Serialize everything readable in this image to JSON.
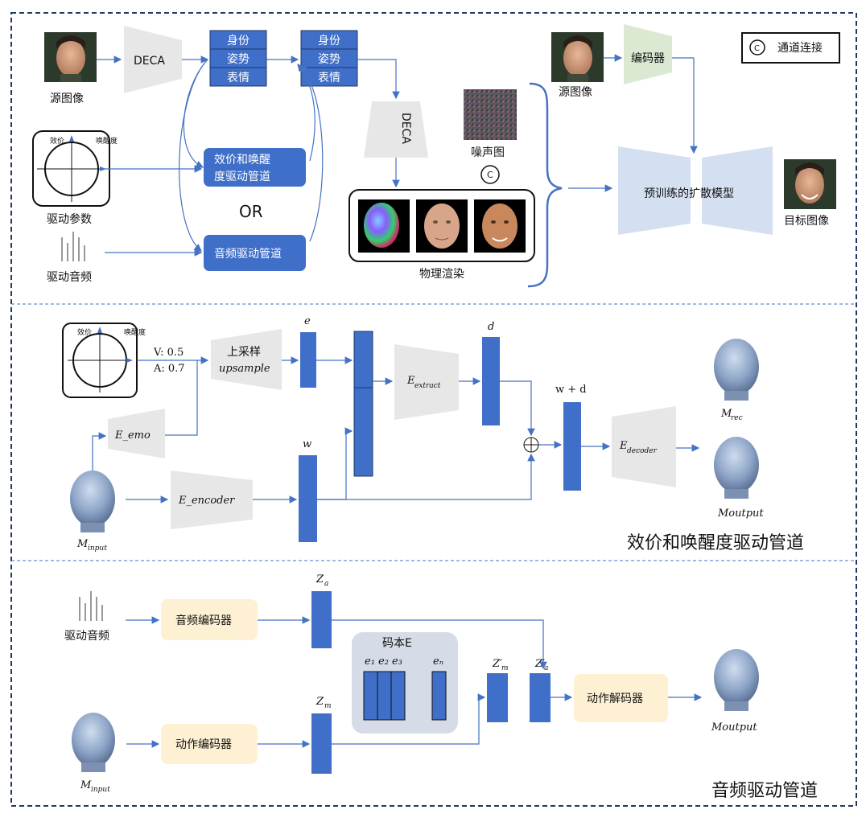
{
  "top": {
    "source_image_label": "源图像",
    "deca_label": "DECA",
    "params_group1": [
      "身份",
      "姿势",
      "表情"
    ],
    "params_group2": [
      "身份",
      "姿势",
      "表情"
    ],
    "deca_vertical_label": "DECA",
    "noise_label": "噪声图",
    "concat_symbol": "C",
    "encoder_label": "编码器",
    "source_image_label_2": "源图像",
    "diffusion_label": "预训练的扩散模型",
    "target_image_label": "目标图像",
    "legend_text": "通道连接",
    "drive_params_label": "驱动参数",
    "drive_audio_label": "驱动音频",
    "va_pipeline_label": "效价和唤醒度驱动管道",
    "or_label": "OR",
    "audio_pipeline_label": "音频驱动管道",
    "render_label": "物理渲染",
    "circle_top_label": "效价",
    "circle_right_label": "唤醒度"
  },
  "middle": {
    "v_value": "V: 0.5",
    "a_value": "A: 0.7",
    "upsample_cn": "上采样",
    "upsample_en": "upsample",
    "e_label": "e",
    "w_label": "w",
    "d_label": "d",
    "wd_label": "w + d",
    "e_emo": "E_emo",
    "e_encoder": "E_encoder",
    "e_extract": "E",
    "e_extract_sub": "extract",
    "e_decoder": "E",
    "e_decoder_sub": "decoder",
    "m_rec": "M",
    "m_rec_sub": "rec",
    "m_output": "Moutput",
    "m_input": "M",
    "m_input_sub": "input",
    "section_title": "效价和唤醒度驱动管道"
  },
  "bottom": {
    "drive_audio_label": "驱动音频",
    "audio_encoder": "音频编码器",
    "motion_encoder": "动作编码器",
    "motion_decoder": "动作解码器",
    "za": "Z",
    "za_sub": "a",
    "zm": "Z",
    "zm_sub": "m",
    "zm_prime": "Z′",
    "zm_prime_sub": "m",
    "za_prime": "Z′",
    "za_prime_sub": "a",
    "codebook_title": "码本E",
    "e1": "e₁",
    "e2": "e₂",
    "e3": "e₃",
    "en": "eₙ",
    "m_output": "Moutput",
    "m_input": "M",
    "m_input_sub": "input",
    "section_title": "音频驱动管道"
  },
  "colors": {
    "blue_block": "#3f6fc9",
    "arrow": "#4472c4",
    "light_gray": "#e7e7e7",
    "diffusion": "#d4e0f2",
    "encoder_green": "#dbe9d3",
    "yellow": "#fdf0d3",
    "codebook_bg": "#d5dce7"
  }
}
